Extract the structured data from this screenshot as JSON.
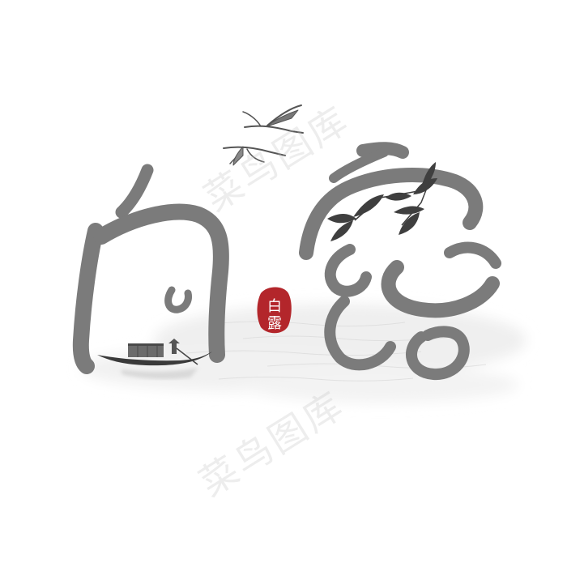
{
  "artwork": {
    "calligraphy_characters": [
      "白",
      "露"
    ],
    "seal": {
      "text_top": "白",
      "text_bottom": "露"
    },
    "watermark": "菜鸟图库"
  },
  "colors": {
    "ink": "#7b7b7b",
    "dark_ink": "#3f3f3f",
    "seal_red": "#b3262b",
    "mist": "#ececec"
  },
  "icons": [
    "crane-icon",
    "bamboo-leaf-icon",
    "boat-icon",
    "seal-icon"
  ]
}
